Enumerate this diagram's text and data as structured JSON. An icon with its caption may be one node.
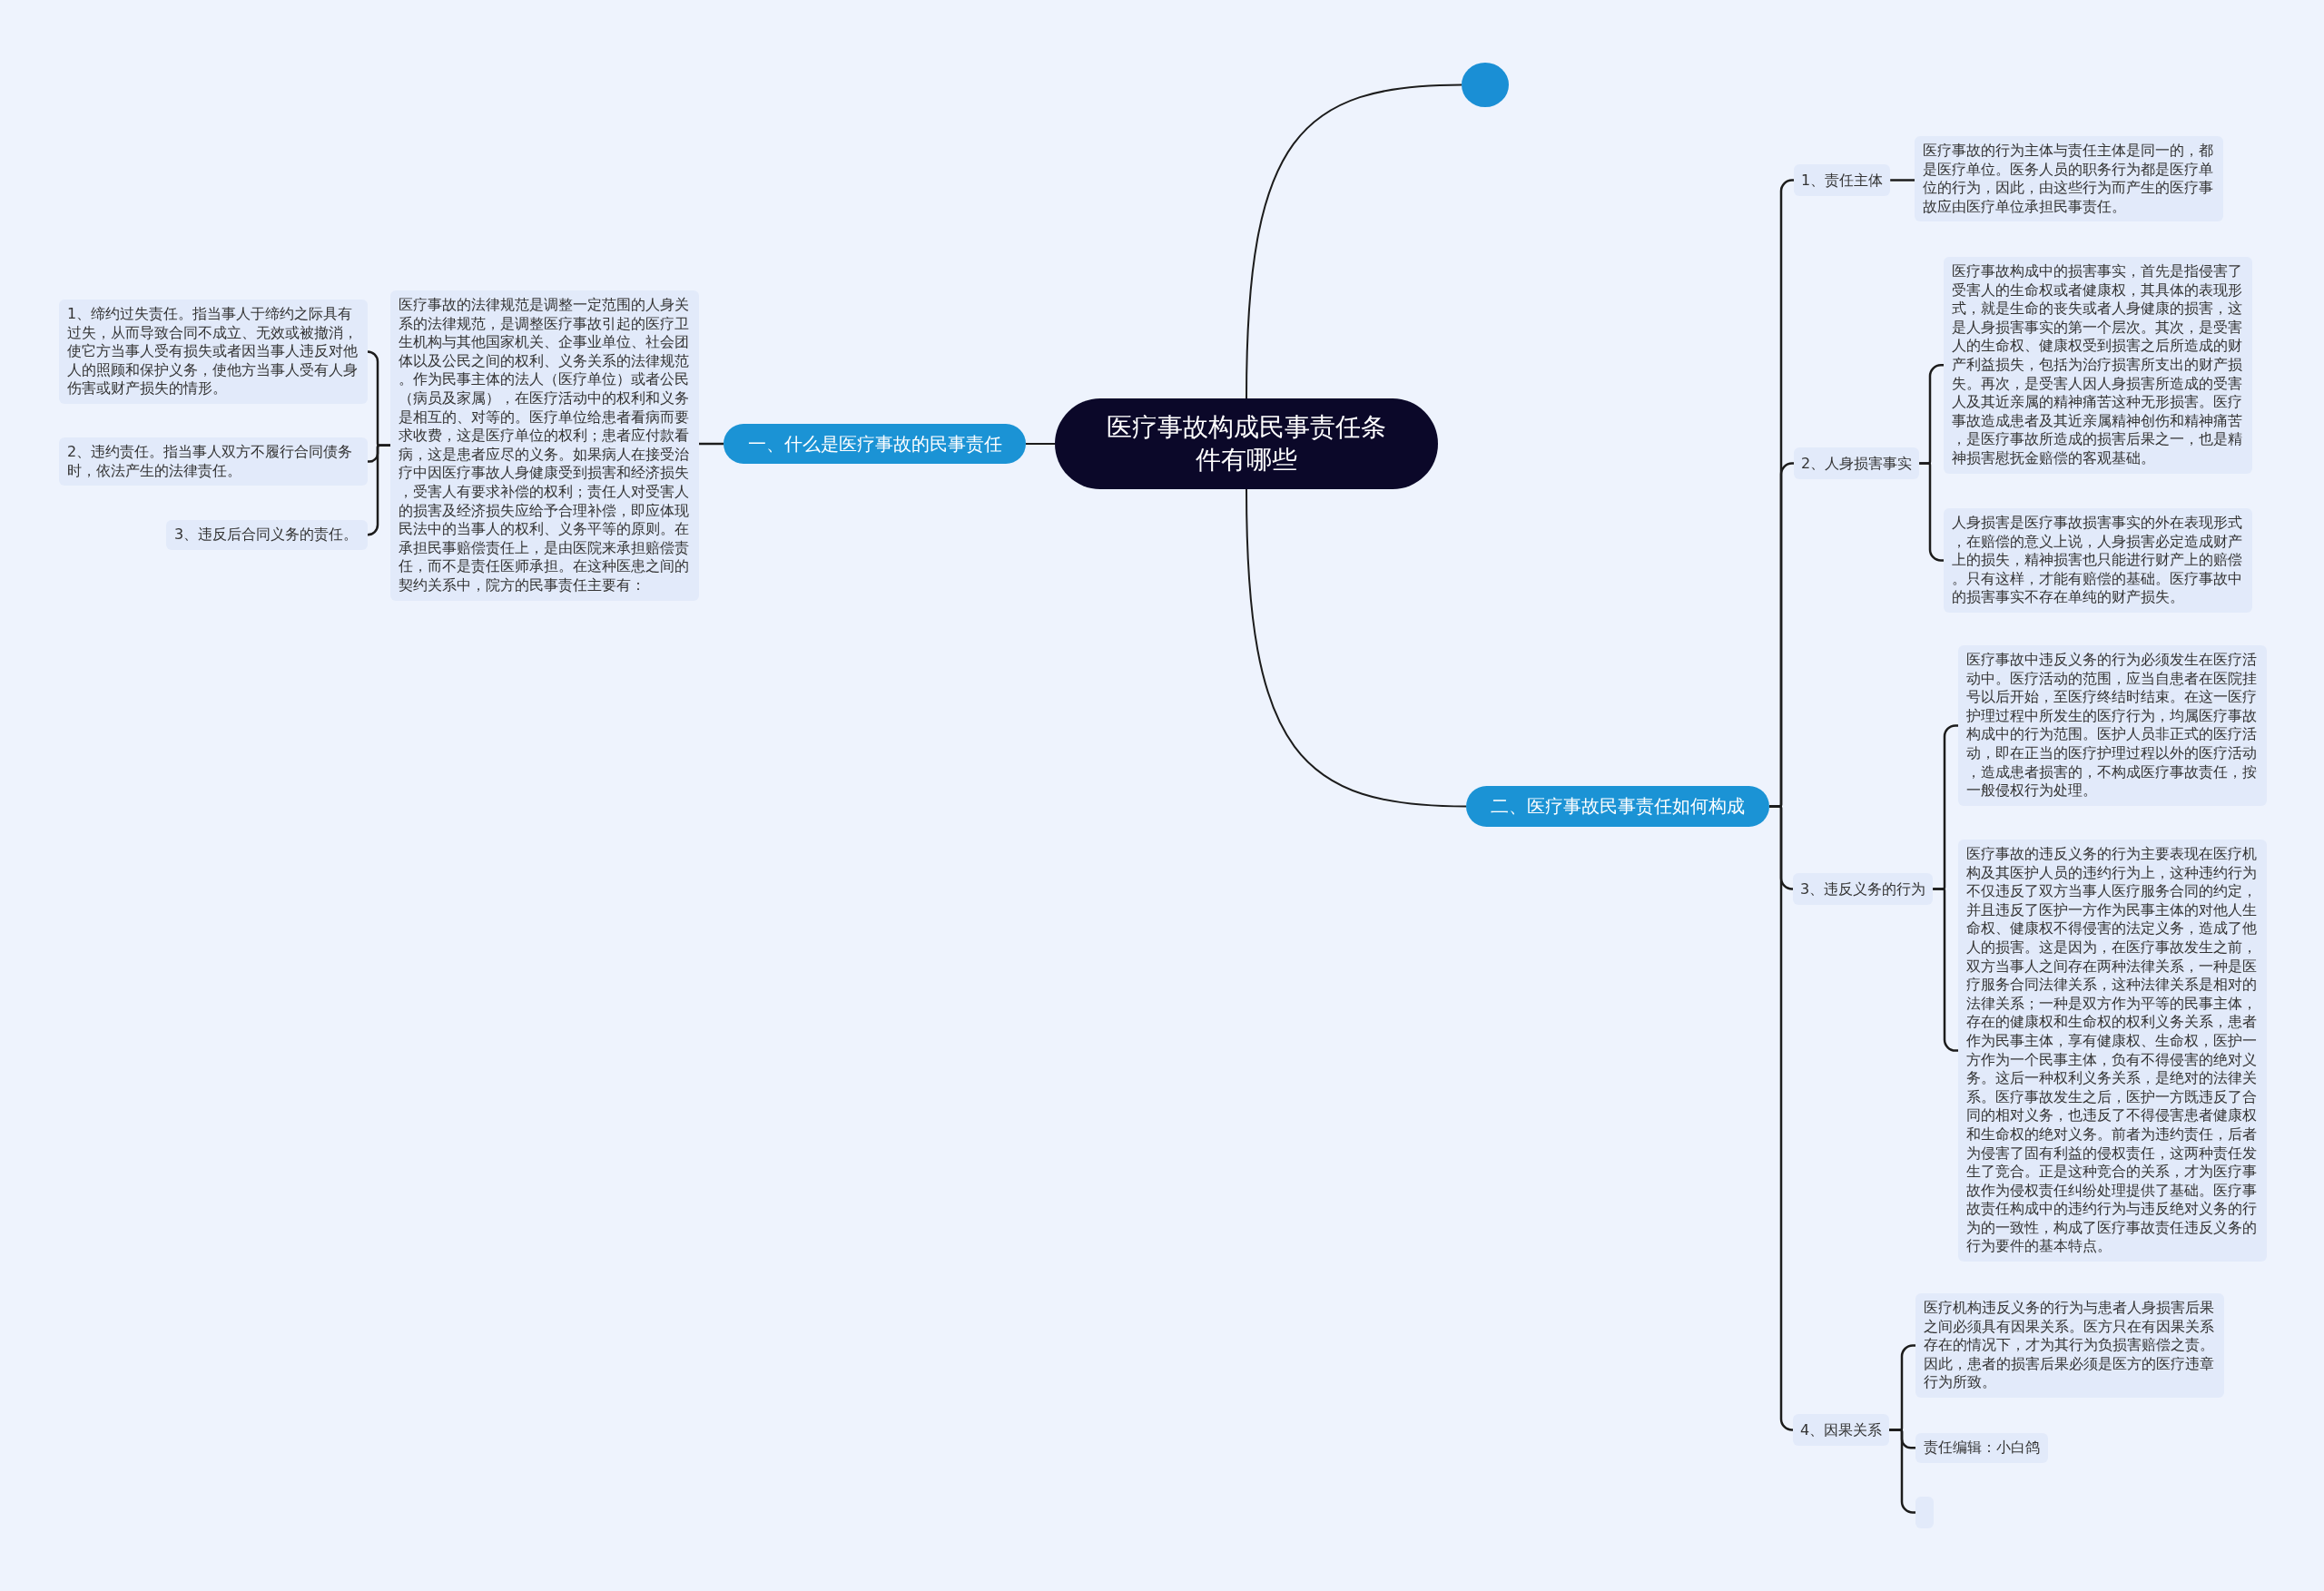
{
  "diagram": {
    "nodes": [
      {
        "text": [
          "医疗事故构成民事责任条件有哪些"
        ]
      },
      {
        "text": [],
        "shape": "circle"
      },
      {
        "text": [
          "一、什么是医疗事故的民事责任"
        ]
      },
      {
        "text": [
          "医疗事故的法律规范是调整一定范围的人身关系的法律规范，是调整医疗事故引起的医疗卫生机构与其他国家机关、企事业单位、社会团体以及公民之间的权利、义务关系的法律规范。作为民事主体的法人（医疗单位）或者公民（病员及家属），在医疗活动中的权利和义务是相互的、对等的。医疗单位给患者看病而要求收费，这是医疗单位的权利；患者应付款看病，这是患者应尽的义务。如果病人在接受治疗中因医疗事故人身健康受到损害和经济损失，受害人有要求补偿的权利；责任人对受害人的损害及经济损失应给予合理补偿，即应体现民法中的当事人的权利、义务平等的原则。在承担民事赔偿责任上，是由医院来承担赔偿责任，而不是责任医师承担。在这种医患之间的契约关系中，院方的民事责任主要有："
        ]
      },
      {
        "text": [
          "1、缔约过失责任。指当事人于缔约之际具有过失，从而导致合同不成立、无效或被撤消，使它方当事人受有损失或者因当事人违反对他人的照顾和保护义务，使他方当事人受有人身伤害或财产损失的情形。"
        ]
      },
      {
        "text": [
          "2、违约责任。指当事人双方不履行合同债务时，依法产生的法律责任。"
        ]
      },
      {
        "text": [
          "3、违反后合同义务的责任。"
        ]
      },
      {
        "text": [
          "二、医疗事故民事责任如何构成"
        ]
      },
      {
        "text": [
          "1、责任主体"
        ]
      },
      {
        "text": [
          "医疗事故的行为主体与责任主体是同一的，都是医疗单位。医务人员的职务行为都是医疗单位的行为，因此，由这些行为而产生的医疗事故应由医疗单位承担民事责任。"
        ]
      },
      {
        "text": [
          "2、人身损害事实"
        ]
      },
      {
        "text": [
          "医疗事故构成中的损害事实，首先是指侵害了受害人的生命权或者健康权，其具体的表现形式，就是生命的丧失或者人身健康的损害，这是人身损害事实的第一个层次。其次，是受害人的生命权、健康权受到损害之后所造成的财产利益损失，包括为治疗损害所支出的财产损失。再次，是受害人因人身损害所造成的受害人及其近亲属的精神痛苦这种无形损害。医疗事故造成患者及其近亲属精神创伤和精神痛苦，是医疗事故所造成的损害后果之一，也是精神损害慰抚金赔偿的客观基础。"
        ]
      },
      {
        "text": [
          "人身损害是医疗事故损害事实的外在表现形式，在赔偿的意义上说，人身损害必定造成财产上的损失，精神损害也只能进行财产上的赔偿。只有这样，才能有赔偿的基础。医疗事故中的损害事实不存在单纯的财产损失。"
        ]
      },
      {
        "text": [
          "3、违反义务的行为"
        ]
      },
      {
        "text": [
          "医疗事故中违反义务的行为必须发生在医疗活动中。医疗活动的范围，应当自患者在医院挂号以后开始，至医疗终结时结束。在这一医疗护理过程中所发生的医疗行为，均属医疗事故构成中的行为范围。医护人员非正式的医疗活动，即在正当的医疗护理过程以外的医疗活动，造成患者损害的，不构成医疗事故责任，按一般侵权行为处理。"
        ]
      },
      {
        "text": [
          "医疗事故的违反义务的行为主要表现在医疗机构及其医护人员的违约行为上，这种违约行为不仅违反了双方当事人医疗服务合同的约定，并且违反了医护一方作为民事主体的对他人生命权、健康权不得侵害的法定义务，造成了他人的损害。这是因为，在医疗事故发生之前，双方当事人之间存在两种法律关系，一种是医疗服务合同法律关系，这种法律关系是相对的法律关系；一种是双方作为平等的民事主体，存在的健康权和生命权的权利义务关系，患者作为民事主体，享有健康权、生命权，医护一方作为一个民事主体，负有不得侵害的绝对义务。这后一种权利义务关系，是绝对的法律关系。医疗事故发生之后，医护一方既违反了合同的相对义务，也违反了不得侵害患者健康权和生命权的绝对义务。前者为违约责任，后者为侵害了固有利益的侵权责任，这两种责任发生了竞合。正是这种竞合的关系，才为医疗事故作为侵权责任纠纷处理提供了基础。医疗事故责任构成中的违约行为与违反绝对义务的行为的一致性，构成了医疗事故责任违反义务的行为要件的基本特点。"
        ]
      },
      {
        "text": [
          "4、因果关系"
        ]
      },
      {
        "text": [
          "医疗机构违反义务的行为与患者人身损害后果之间必须具有因果关系。医方只在有因果关系存在的情况下，才为其行为负损害赔偿之责。因此，患者的损害后果必须是医方的医疗违章行为所致。"
        ]
      },
      {
        "text": [
          "责任编辑：小白鸽"
        ]
      },
      {
        "text": [],
        "shape": "box"
      }
    ],
    "edges": [
      {
        "from": 0,
        "to": 1,
        "arrow": "none"
      },
      {
        "from": 0,
        "to": 2,
        "arrow": "none"
      },
      {
        "from": 0,
        "to": 7,
        "arrow": "none"
      },
      {
        "from": 2,
        "to": 3,
        "arrow": "none"
      },
      {
        "from": 3,
        "to": 4,
        "arrow": "none"
      },
      {
        "from": 3,
        "to": 5,
        "arrow": "none"
      },
      {
        "from": 3,
        "to": 6,
        "arrow": "none"
      },
      {
        "from": 7,
        "to": 8,
        "arrow": "none"
      },
      {
        "from": 7,
        "to": 10,
        "arrow": "none"
      },
      {
        "from": 7,
        "to": 13,
        "arrow": "none"
      },
      {
        "from": 7,
        "to": 16,
        "arrow": "none"
      },
      {
        "from": 8,
        "to": 9,
        "arrow": "none"
      },
      {
        "from": 10,
        "to": 11,
        "arrow": "none"
      },
      {
        "from": 10,
        "to": 12,
        "arrow": "none"
      },
      {
        "from": 13,
        "to": 14,
        "arrow": "none"
      },
      {
        "from": 13,
        "to": 15,
        "arrow": "none"
      },
      {
        "from": 16,
        "to": 17,
        "arrow": "none"
      },
      {
        "from": 16,
        "to": 18,
        "arrow": "none"
      },
      {
        "from": 16,
        "to": 19,
        "arrow": "none"
      }
    ]
  }
}
